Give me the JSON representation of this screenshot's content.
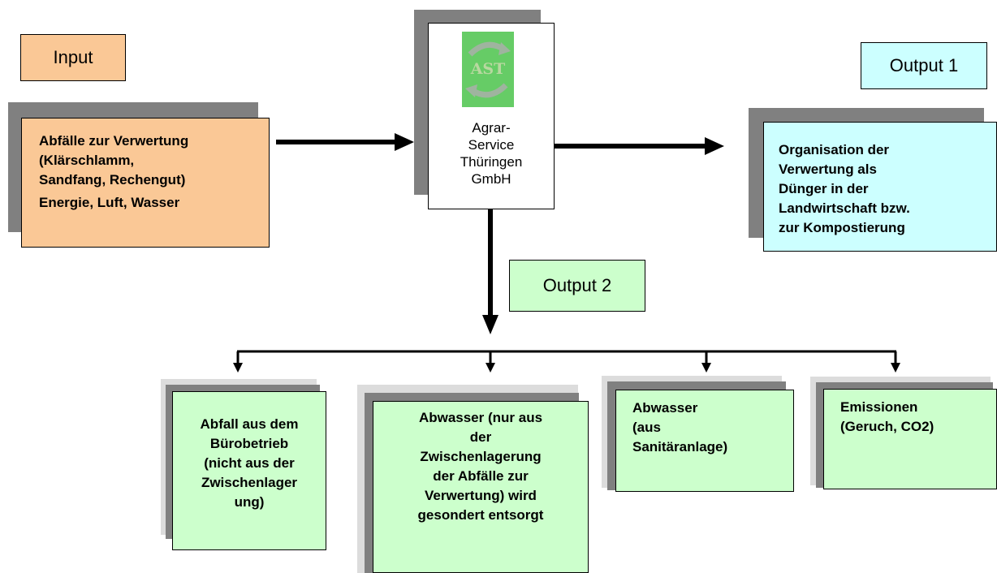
{
  "labels": {
    "input": "Input",
    "output1": "Output 1",
    "output2": "Output 2"
  },
  "input_box": {
    "lines": [
      "Abfälle zur Verwertung",
      "(Klärschlamm,",
      "Sandfang, Rechengut)",
      "Energie, Luft, Wasser"
    ]
  },
  "company": {
    "logo_text": "AST",
    "name_lines": [
      "Agrar-",
      "Service",
      "Thüringen",
      "GmbH"
    ]
  },
  "output1_box": {
    "lines": [
      "Organisation der",
      "Verwertung als",
      "Dünger in der",
      "Landwirtschaft bzw.",
      "zur Kompostierung"
    ]
  },
  "outputs": [
    {
      "lines": [
        "Abfall aus dem",
        "Bürobetrieb",
        "(nicht aus der",
        "Zwischenlager",
        "ung)"
      ]
    },
    {
      "lines": [
        "Abwasser (nur aus",
        "der",
        "Zwischenlagerung",
        "der Abfälle zur",
        "Verwertung) wird",
        "gesondert entsorgt"
      ]
    },
    {
      "lines": [
        "Abwasser",
        "(aus",
        "Sanitäranlage)"
      ]
    },
    {
      "lines": [
        "Emissionen",
        "(Geruch, CO2)"
      ]
    }
  ],
  "colors": {
    "input": "#fac896",
    "output1": "#ccffff",
    "output2": "#ccffcc",
    "logo_bg": "#66cc66"
  }
}
